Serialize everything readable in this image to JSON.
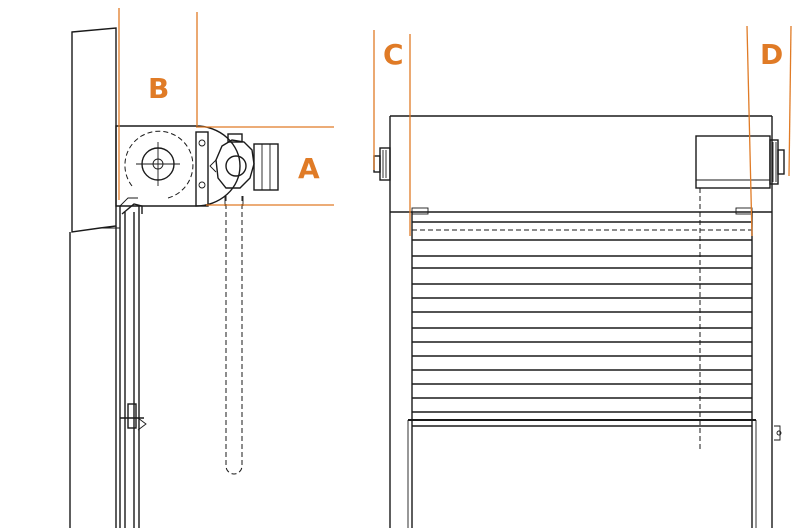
{
  "labels": {
    "a": "A",
    "b": "B",
    "c": "C",
    "d": "D"
  },
  "colors": {
    "accent": "#E07B26",
    "line": "#1a1a1a"
  }
}
